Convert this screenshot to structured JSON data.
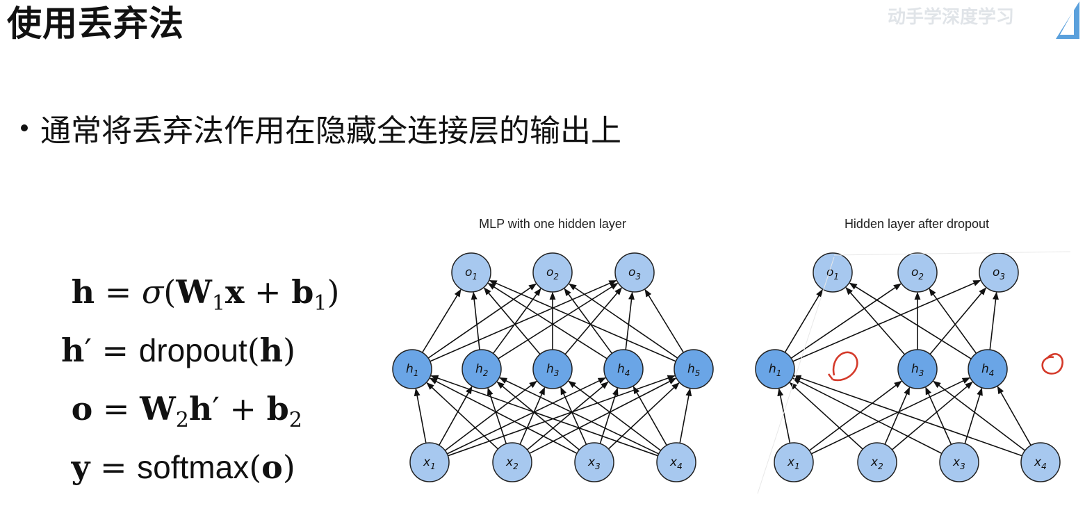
{
  "page_title": "使用丢弃法",
  "watermark": "动手学深度学习",
  "bullet": "通常将丢弃法作用在隐藏全连接层的输出上",
  "formulas": {
    "f1": {
      "lhs": "h",
      "rest": [
        "=",
        "σ",
        "(",
        "W",
        "1",
        "x",
        "+",
        "b",
        "1",
        ")"
      ]
    },
    "f2_fn": "dropout",
    "f3": "o = W2h′ + b2",
    "f4_fn": "softmax"
  },
  "diagrams": [
    {
      "title": "MLP with one hidden layer",
      "outputs": [
        "o1",
        "o2",
        "o3"
      ],
      "hidden": [
        "h1",
        "h2",
        "h3",
        "h4",
        "h5"
      ],
      "inputs": [
        "x1",
        "x2",
        "x3",
        "x4"
      ]
    },
    {
      "title": "Hidden layer after dropout",
      "outputs": [
        "o1",
        "o2",
        "o3"
      ],
      "hidden": [
        "h1",
        "h3",
        "h4"
      ],
      "dropped": [
        "h2",
        "h5"
      ],
      "inputs": [
        "x1",
        "x2",
        "x3",
        "x4"
      ]
    }
  ],
  "colors": {
    "input_node": "#a7c8ef",
    "hidden_node": "#6aa5e6",
    "drop_mark": "#d43a2a"
  }
}
